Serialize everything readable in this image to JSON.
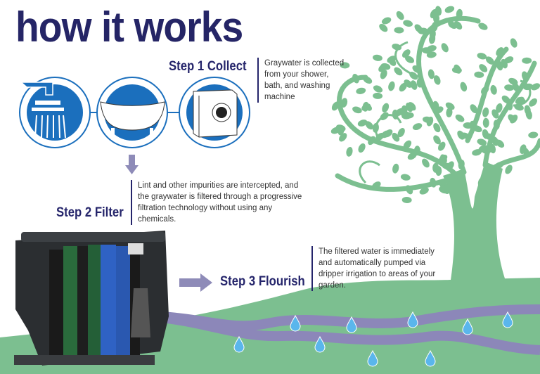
{
  "title": "how it works",
  "steps": [
    {
      "label": "Step 1 Collect",
      "description": "Graywater is collected from your shower, bath, and washing machine",
      "icons": [
        "shower-icon",
        "bathtub-icon",
        "washing-machine-icon"
      ]
    },
    {
      "label": "Step 2 Filter",
      "description": "Lint and other impurities are intercepted, and the graywater is filtered through a progressive filtration technology without using any chemicals."
    },
    {
      "label": "Step 3 Flourish",
      "description": "The filtered water is immediately and automatically pumped via dripper irrigation to areas of your garden."
    }
  ],
  "colors": {
    "title": "#252566",
    "icon_blue": "#1b6fbd",
    "green": "#7cbf90",
    "pipe": "#8c87b9",
    "arrow": "#8e8bb8"
  }
}
